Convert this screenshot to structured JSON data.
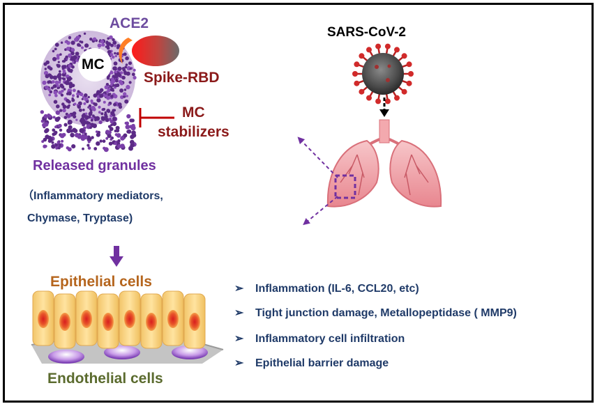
{
  "colors": {
    "ace2": "#6d4c9f",
    "spike": "#8b1a1a",
    "stabilizer": "#8b1a1a",
    "granules": "#7030a0",
    "mediators": "#1f3a68",
    "epithelial": "#b5651d",
    "endothelial": "#5b6b2e",
    "effects": "#1f3a68",
    "virus_title": "#000000"
  },
  "labels": {
    "ace2": "ACE2",
    "mc": "MC",
    "spike_rbd": "Spike-RBD",
    "mc_stabilizers_line1": "MC",
    "mc_stabilizers_line2": "stabilizers",
    "released_granules": "Released granules",
    "mediators_line1": "（Inflammatory mediators,",
    "mediators_line2": "Chymase, Tryptase)",
    "virus": "SARS-CoV-2",
    "epithelial_cells": "Epithelial cells",
    "endothelial_cells": "Endothelial cells"
  },
  "effects": [
    {
      "bullet": "➢",
      "text": "Inflammation (IL-6, CCL20, etc)"
    },
    {
      "bullet": "➢",
      "text": "Tight junction damage, Metallopeptidase ( MMP9)"
    },
    {
      "bullet": "➢",
      "text": "Inflammatory cell infiltration"
    },
    {
      "bullet": "➢",
      "text": "Epithelial barrier damage"
    }
  ],
  "icons": [
    "mast-cell-icon",
    "spike-rbd-icon",
    "virus-icon",
    "lungs-icon",
    "epithelium-icon"
  ]
}
